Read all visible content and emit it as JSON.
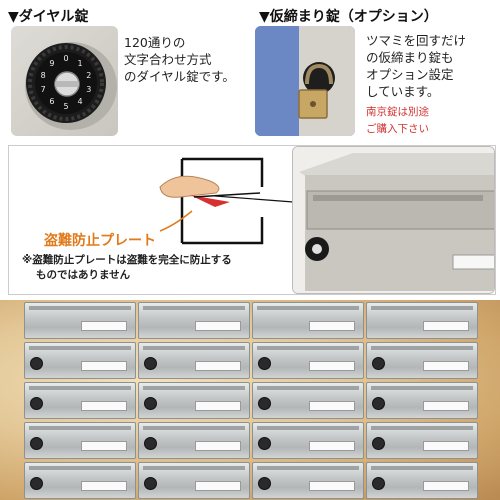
{
  "dial_lock": {
    "heading": "▼ダイヤル錠",
    "description_lines": [
      "120通りの",
      "文字合わせ方式",
      "のダイヤル錠です。"
    ],
    "dial_digits": [
      "0",
      "1",
      "2",
      "3",
      "4",
      "5",
      "6",
      "7",
      "8",
      "9"
    ]
  },
  "padlock": {
    "heading": "▼仮締まり錠（オプション）",
    "description_lines": [
      "ツマミを回すだけ",
      "の仮締まり錠も",
      "オプション設定",
      "しています。"
    ],
    "note_lines": [
      "南京錠は別途",
      "ご購入下さい"
    ]
  },
  "antitheft": {
    "plate_label": "盗難防止プレート",
    "caution_lines": [
      "※盗難防止プレートは盗難を完全に防止する",
      "ものではありません"
    ]
  },
  "colors": {
    "plate_label": "#e07a1a",
    "note_red": "#d2332f",
    "photo_bg_grey": "#d9d7d2",
    "wall_blue": "#7f9bd1"
  }
}
